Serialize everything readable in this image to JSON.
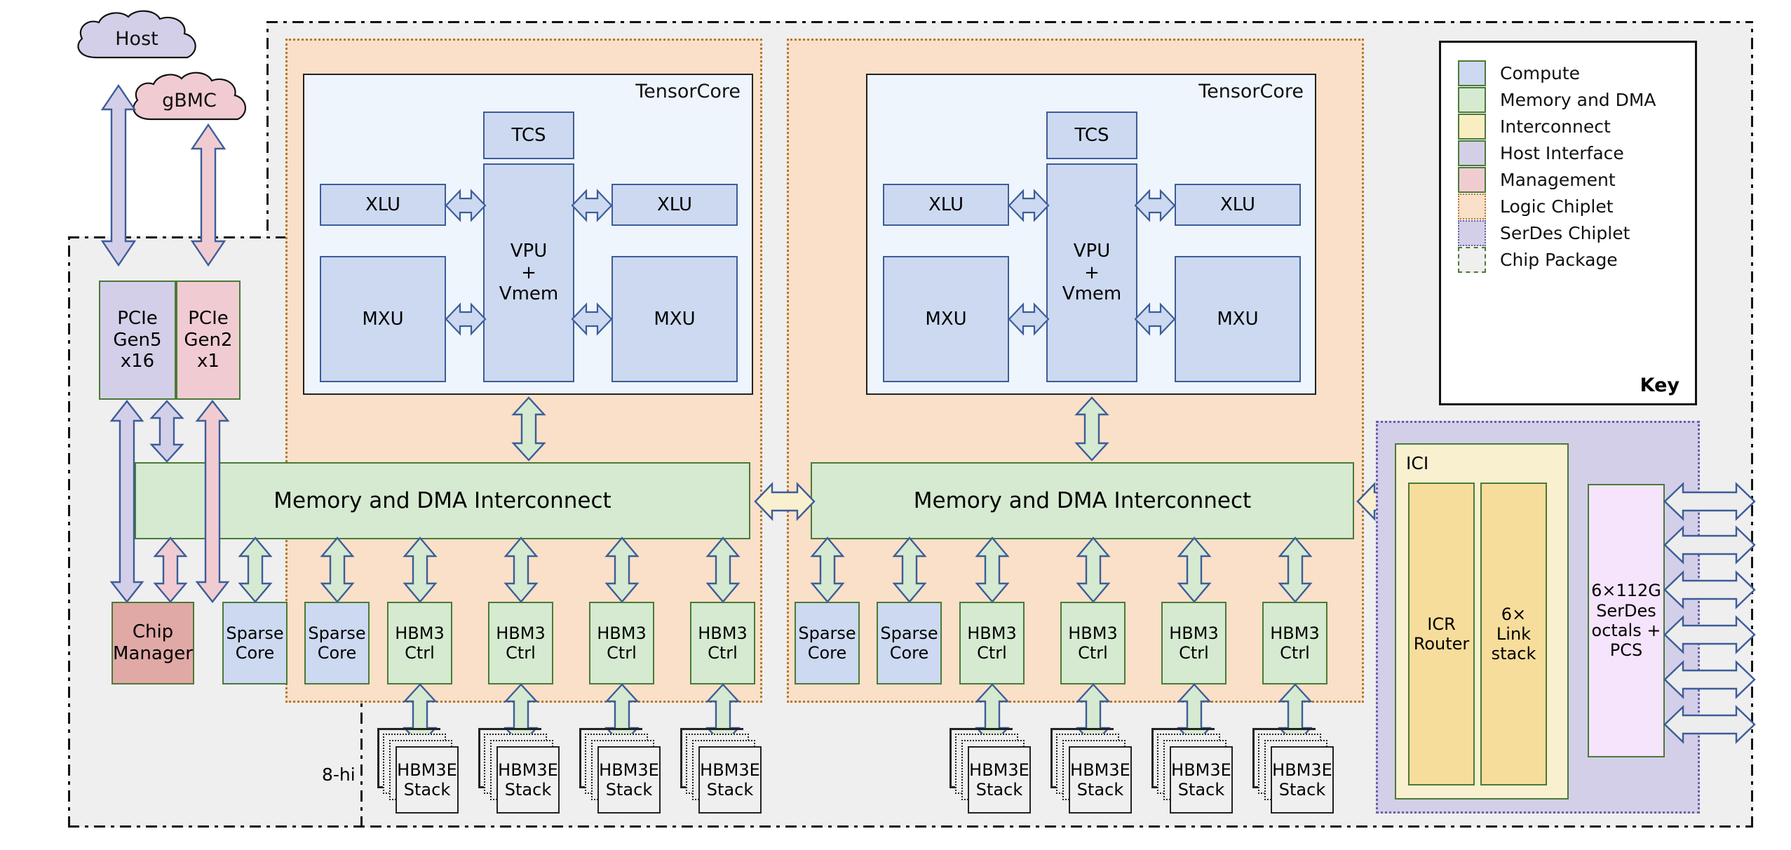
{
  "diagram": {
    "title": "TPU chip package block diagram",
    "external_nodes": [
      {
        "id": "host",
        "label": "Host",
        "color": "#d4cfe8",
        "category": "Host Interface"
      },
      {
        "id": "gbmc",
        "label": "gBMC",
        "color": "#f0ccd2",
        "category": "Management"
      }
    ],
    "annotations": [
      {
        "id": "hbm-hi",
        "label": "8-hi"
      }
    ],
    "logic_chiplets": [
      {
        "id": "logic-chiplet-left",
        "tensorcore": {
          "label": "TensorCore",
          "tcs": "TCS",
          "vpu": "VPU\n+\nVmem",
          "vpu_lines": [
            "VPU",
            "+",
            "Vmem"
          ],
          "left_units": [
            "XLU",
            "MXU"
          ],
          "right_units": [
            "XLU",
            "MXU"
          ]
        },
        "interconnect": "Memory and DMA Interconnect",
        "host_blocks": [
          {
            "label_lines": [
              "PCIe",
              "Gen5",
              "x16"
            ],
            "category": "Host Interface"
          },
          {
            "label_lines": [
              "PCIe",
              "Gen2",
              "x1"
            ],
            "category": "Management"
          }
        ],
        "bottom_blocks": [
          {
            "label_lines": [
              "Chip",
              "Manager"
            ],
            "category": "Management"
          },
          {
            "label_lines": [
              "Sparse",
              "Core"
            ],
            "category": "Compute"
          },
          {
            "label_lines": [
              "Sparse",
              "Core"
            ],
            "category": "Compute"
          },
          {
            "label_lines": [
              "HBM3",
              "Ctrl"
            ],
            "category": "Memory and DMA"
          },
          {
            "label_lines": [
              "HBM3",
              "Ctrl"
            ],
            "category": "Memory and DMA"
          },
          {
            "label_lines": [
              "HBM3",
              "Ctrl"
            ],
            "category": "Memory and DMA"
          },
          {
            "label_lines": [
              "HBM3",
              "Ctrl"
            ],
            "category": "Memory and DMA"
          }
        ],
        "hbm_stacks": [
          {
            "label_lines": [
              "HBM3E",
              "Stack"
            ]
          },
          {
            "label_lines": [
              "HBM3E",
              "Stack"
            ]
          },
          {
            "label_lines": [
              "HBM3E",
              "Stack"
            ]
          },
          {
            "label_lines": [
              "HBM3E",
              "Stack"
            ]
          }
        ]
      },
      {
        "id": "logic-chiplet-right",
        "tensorcore": {
          "label": "TensorCore",
          "tcs": "TCS",
          "vpu_lines": [
            "VPU",
            "+",
            "Vmem"
          ],
          "left_units": [
            "XLU",
            "MXU"
          ],
          "right_units": [
            "XLU",
            "MXU"
          ]
        },
        "interconnect": "Memory and DMA Interconnect",
        "bottom_blocks": [
          {
            "label_lines": [
              "Sparse",
              "Core"
            ],
            "category": "Compute"
          },
          {
            "label_lines": [
              "Sparse",
              "Core"
            ],
            "category": "Compute"
          },
          {
            "label_lines": [
              "HBM3",
              "Ctrl"
            ],
            "category": "Memory and DMA"
          },
          {
            "label_lines": [
              "HBM3",
              "Ctrl"
            ],
            "category": "Memory and DMA"
          },
          {
            "label_lines": [
              "HBM3",
              "Ctrl"
            ],
            "category": "Memory and DMA"
          },
          {
            "label_lines": [
              "HBM3",
              "Ctrl"
            ],
            "category": "Memory and DMA"
          }
        ],
        "hbm_stacks": [
          {
            "label_lines": [
              "HBM3E",
              "Stack"
            ]
          },
          {
            "label_lines": [
              "HBM3E",
              "Stack"
            ]
          },
          {
            "label_lines": [
              "HBM3E",
              "Stack"
            ]
          },
          {
            "label_lines": [
              "HBM3E",
              "Stack"
            ]
          }
        ]
      }
    ],
    "serdes_chiplet": {
      "id": "serdes-chiplet",
      "ici": {
        "label": "ICI",
        "blocks": [
          {
            "label_lines": [
              "ICR",
              "Router"
            ]
          },
          {
            "label_lines": [
              "6×",
              "Link",
              "stack"
            ]
          }
        ]
      },
      "serdes_block": {
        "label_lines": [
          "6×112G",
          "SerDes",
          "octals +",
          "PCS"
        ]
      },
      "external_link_count": 6
    },
    "key": {
      "title": "Key",
      "items": [
        {
          "label": "Compute",
          "color": "#ccd9f0",
          "style": "solid"
        },
        {
          "label": "Memory and DMA",
          "color": "#d5ead0",
          "style": "solid"
        },
        {
          "label": "Interconnect",
          "color": "#f9eec2",
          "style": "solid"
        },
        {
          "label": "Host Interface",
          "color": "#d4cfe8",
          "style": "solid"
        },
        {
          "label": "Management",
          "color": "#f0ccd2",
          "style": "solid"
        },
        {
          "label": "Logic Chiplet",
          "color": "#fae0c8",
          "style": "dotted"
        },
        {
          "label": "SerDes Chiplet",
          "color": "#d4cfe8",
          "style": "dotted"
        },
        {
          "label": "Chip Package",
          "color": "#efefef",
          "style": "dashdot"
        }
      ]
    }
  }
}
